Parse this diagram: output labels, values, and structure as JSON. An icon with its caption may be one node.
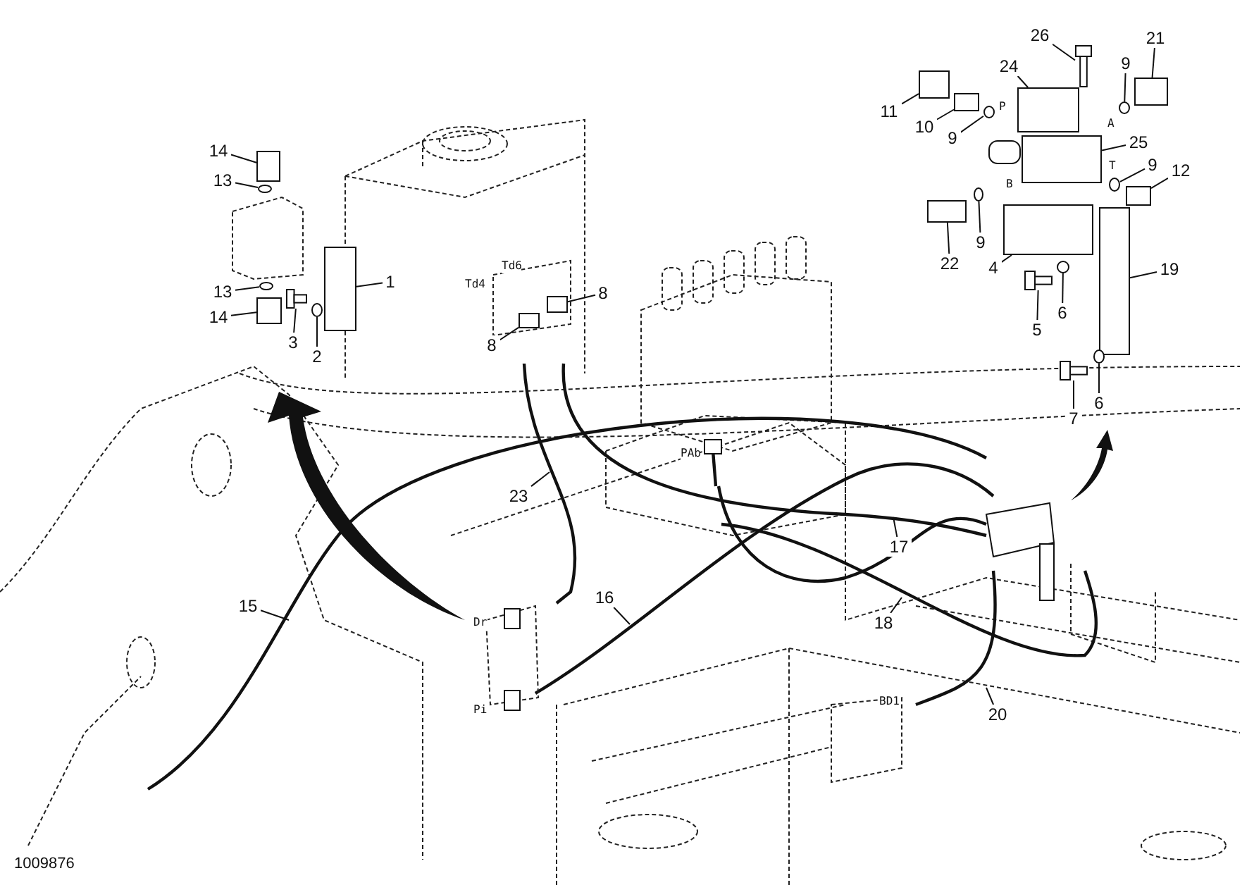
{
  "diagram": {
    "nodes": [
      {
        "text": [
          "26"
        ]
      },
      {
        "text": [
          "21"
        ]
      },
      {
        "text": [
          "24"
        ]
      },
      {
        "text": [
          "9"
        ]
      },
      {
        "text": [
          "11"
        ]
      },
      {
        "text": [
          "10"
        ]
      },
      {
        "text": [
          "9"
        ]
      },
      {
        "text": [
          "25"
        ]
      },
      {
        "text": [
          "14"
        ]
      },
      {
        "text": [
          "9"
        ]
      },
      {
        "text": [
          "12"
        ]
      },
      {
        "text": [
          "13"
        ]
      },
      {
        "text": [
          "9"
        ]
      },
      {
        "text": [
          "22"
        ]
      },
      {
        "text": [
          "4"
        ]
      },
      {
        "text": [
          "19"
        ]
      },
      {
        "text": [
          "1"
        ]
      },
      {
        "text": [
          "13"
        ]
      },
      {
        "text": [
          "8"
        ]
      },
      {
        "text": [
          "6"
        ]
      },
      {
        "text": [
          "14"
        ]
      },
      {
        "text": [
          "5"
        ]
      },
      {
        "text": [
          "3"
        ]
      },
      {
        "text": [
          "8"
        ]
      },
      {
        "text": [
          "2"
        ]
      },
      {
        "text": [
          "6"
        ]
      },
      {
        "text": [
          "7"
        ]
      },
      {
        "text": [
          "23"
        ]
      },
      {
        "text": [
          "17"
        ]
      },
      {
        "text": [
          "16"
        ]
      },
      {
        "text": [
          "15"
        ]
      },
      {
        "text": [
          "18"
        ]
      },
      {
        "text": [
          "20"
        ]
      },
      {
        "text": [],
        "shape": "bar"
      },
      {
        "text": [],
        "shape": "box"
      },
      {
        "text": [],
        "shape": "box"
      },
      {
        "text": [],
        "shape": "circle"
      },
      {
        "text": [],
        "shape": "box"
      },
      {
        "text": [],
        "shape": "box"
      },
      {
        "text": [],
        "shape": "circle"
      },
      {
        "text": [],
        "shape": "box"
      },
      {
        "text": [],
        "shape": "box"
      },
      {
        "text": [],
        "shape": "circle"
      },
      {
        "text": [],
        "shape": "box"
      },
      {
        "text": [],
        "shape": "circle"
      },
      {
        "text": [],
        "shape": "circle"
      },
      {
        "text": [],
        "shape": "box"
      },
      {
        "text": [],
        "shape": "box"
      },
      {
        "text": [],
        "shape": "box"
      },
      {
        "text": [],
        "shape": "box"
      },
      {
        "text": [],
        "shape": "circle"
      },
      {
        "text": [],
        "shape": "box"
      },
      {
        "text": [],
        "shape": "circle"
      },
      {
        "text": [],
        "shape": "box"
      },
      {
        "text": [],
        "shape": "bar"
      },
      {
        "text": [],
        "shape": "bar"
      },
      {
        "text": [],
        "shape": "box"
      },
      {
        "text": [],
        "shape": "circle"
      },
      {
        "text": [],
        "shape": "circle"
      },
      {
        "text": [],
        "shape": "bar"
      }
    ],
    "edges": [
      {
        "from": 0,
        "to": 33,
        "arrow": "none"
      },
      {
        "from": 1,
        "to": 34,
        "arrow": "none"
      },
      {
        "from": 2,
        "to": 35,
        "arrow": "none"
      },
      {
        "from": 3,
        "to": 36,
        "arrow": "none"
      },
      {
        "from": 4,
        "to": 37,
        "arrow": "none"
      },
      {
        "from": 5,
        "to": 38,
        "arrow": "none"
      },
      {
        "from": 6,
        "to": 39,
        "arrow": "none"
      },
      {
        "from": 7,
        "to": 40,
        "arrow": "none"
      },
      {
        "from": 8,
        "to": 41,
        "arrow": "none"
      },
      {
        "from": 9,
        "to": 42,
        "arrow": "none"
      },
      {
        "from": 10,
        "to": 43,
        "arrow": "none"
      },
      {
        "from": 11,
        "to": 44,
        "arrow": "none"
      },
      {
        "from": 12,
        "to": 45,
        "arrow": "none"
      },
      {
        "from": 13,
        "to": 46,
        "arrow": "none"
      },
      {
        "from": 14,
        "to": 47,
        "arrow": "none"
      },
      {
        "from": 15,
        "to": 48,
        "arrow": "none"
      },
      {
        "from": 16,
        "to": 49,
        "arrow": "none"
      },
      {
        "from": 17,
        "to": 50,
        "arrow": "none"
      },
      {
        "from": 18,
        "to": 51,
        "arrow": "none"
      },
      {
        "from": 19,
        "to": 52,
        "arrow": "none"
      },
      {
        "from": 20,
        "to": 53,
        "arrow": "none"
      },
      {
        "from": 21,
        "to": 54,
        "arrow": "none"
      },
      {
        "from": 22,
        "to": 55,
        "arrow": "none"
      },
      {
        "from": 23,
        "to": 56,
        "arrow": "none"
      },
      {
        "from": 24,
        "to": 57,
        "arrow": "none"
      },
      {
        "from": 25,
        "to": 58,
        "arrow": "none"
      },
      {
        "from": 26,
        "to": 59,
        "arrow": "none"
      },
      {
        "from": 27,
        "to": null,
        "arrow": "none"
      },
      {
        "from": 28,
        "to": null,
        "arrow": "none"
      },
      {
        "from": 29,
        "to": null,
        "arrow": "none"
      },
      {
        "from": 30,
        "to": null,
        "arrow": "none"
      },
      {
        "from": 31,
        "to": null,
        "arrow": "none"
      },
      {
        "from": 32,
        "to": null,
        "arrow": "none"
      }
    ],
    "labels": [
      "P",
      "A",
      "T",
      "B",
      "Td6",
      "Td4",
      "PAb",
      "Dr",
      "Pi",
      "BD1",
      "1009876"
    ]
  }
}
